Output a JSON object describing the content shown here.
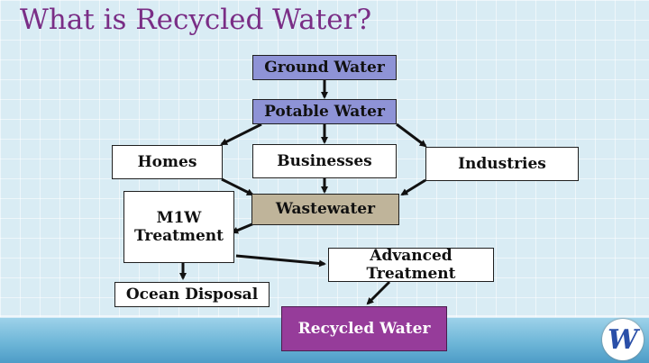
{
  "title": "What is Recycled Water?",
  "nodes": {
    "ground_water": "Ground Water",
    "potable_water": "Potable Water",
    "homes": "Homes",
    "businesses": "Businesses",
    "industries": "Industries",
    "wastewater": "Wastewater",
    "m1w_treatment": "M1W Treatment",
    "advanced_treatment": "Advanced Treatment",
    "ocean_disposal": "Ocean Disposal",
    "recycled_water": "Recycled Water"
  },
  "logo": {
    "letter": "W"
  },
  "colors": {
    "title": "#7a2e86",
    "source_boxes": "#8e93d6",
    "wastewater_box": "#bfb49a",
    "recycled_box": "#963c9a"
  }
}
